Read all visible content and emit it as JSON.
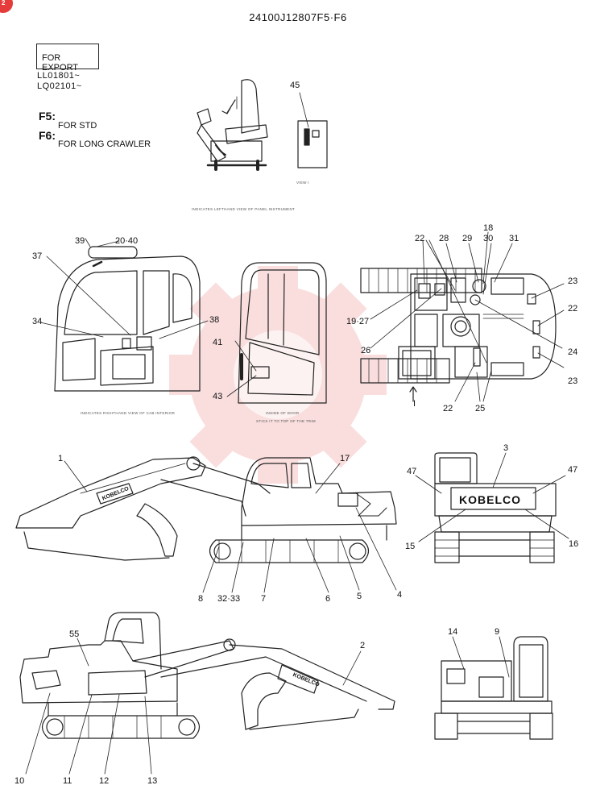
{
  "header": {
    "title": "24100J12807F5·F6"
  },
  "badge": {
    "label": "2"
  },
  "notes": {
    "export_label": "FOR EXPORT",
    "serials": [
      "LL01801~",
      "LQ02101~"
    ],
    "variants": [
      {
        "code": "F5:",
        "desc": "FOR STD"
      },
      {
        "code": "F6:",
        "desc": "FOR LONG CRAWLER"
      }
    ]
  },
  "captions": {
    "view_i": "VIEW I",
    "panel": "INDICATES LEFTHAND VIEW OF PANEL INSTRUMENT",
    "cab": "INDICATES RIGHTHAND VIEW OF CAB INTERIOR",
    "door_inside": "INSIDE OF DOOR",
    "door_note": "STICK IT TO TOP OF THE TRIM",
    "arrow": "I"
  },
  "brand": "KOBELCO",
  "callouts": {
    "c45": "45",
    "c39": "39",
    "c2040": "20·40",
    "c37": "37",
    "c34": "34",
    "c38": "38",
    "c41": "41",
    "c43": "43",
    "c18": "18",
    "c22a": "22",
    "c28": "28",
    "c29": "29",
    "c30": "30",
    "c31": "31",
    "c23a": "23",
    "c22b": "22",
    "c1927": "19·27",
    "c26": "26",
    "c24": "24",
    "c23b": "23",
    "c22c": "22",
    "c25": "25",
    "c1": "1",
    "c17": "17",
    "c8": "8",
    "c3233": "32·33",
    "c7": "7",
    "c6": "6",
    "c5": "5",
    "c4": "4",
    "c3": "3",
    "c47a": "47",
    "c47b": "47",
    "c15": "15",
    "c16": "16",
    "c55": "55",
    "c2": "2",
    "c10": "10",
    "c11": "11",
    "c12": "12",
    "c13": "13",
    "c14": "14",
    "c9": "9"
  }
}
